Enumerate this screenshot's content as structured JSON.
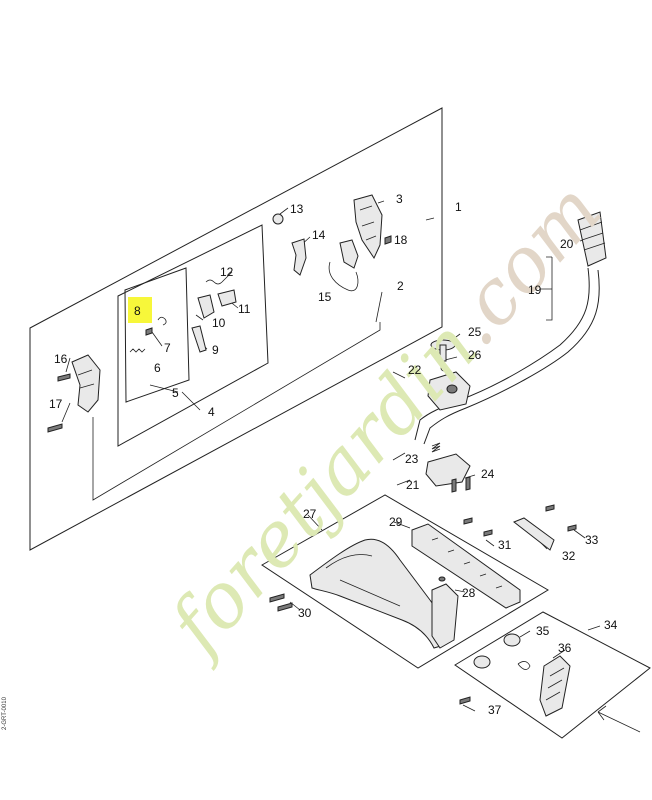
{
  "highlight": {
    "color": "#f7f73a",
    "part": "8"
  },
  "watermark": {
    "text": "foretjardin.com",
    "colors": {
      "green": "#dde9b4",
      "brown": "#e2d6c8"
    }
  },
  "drawing_code": "2-GRT-0010",
  "labels": [
    "1",
    "2",
    "3",
    "4",
    "5",
    "6",
    "7",
    "8",
    "9",
    "10",
    "11",
    "12",
    "13",
    "14",
    "15",
    "16",
    "17",
    "18",
    "19",
    "20",
    "21",
    "22",
    "23",
    "24",
    "25",
    "26",
    "27",
    "28",
    "29",
    "30",
    "31",
    "32",
    "33",
    "34",
    "35",
    "36",
    "37"
  ]
}
